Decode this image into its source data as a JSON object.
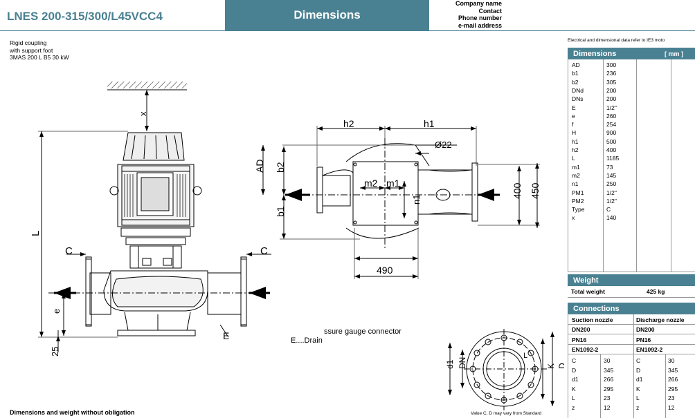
{
  "header": {
    "model": "LNES 200-315/300/L45VCC4",
    "section": "Dimensions",
    "company_lines": [
      "Company name",
      "Contact",
      "Phone number",
      "e-mail address"
    ]
  },
  "description": [
    "Rigid coupling",
    "with support foot",
    "3MAS 200 L B5 30 kW"
  ],
  "electrical_note": "Electrical and dimensional data refer to IE3 moto",
  "dimensions_panel": {
    "title": "Dimensions",
    "unit": "[ mm ]",
    "rows": [
      {
        "k": "AD",
        "v": "300"
      },
      {
        "k": "b1",
        "v": "236"
      },
      {
        "k": "b2",
        "v": "305"
      },
      {
        "k": "DNd",
        "v": "200"
      },
      {
        "k": "DNs",
        "v": "200"
      },
      {
        "k": "E",
        "v": "1/2\""
      },
      {
        "k": "e",
        "v": "260"
      },
      {
        "k": "f",
        "v": "254"
      },
      {
        "k": "H",
        "v": "900"
      },
      {
        "k": "h1",
        "v": "500"
      },
      {
        "k": "h2",
        "v": "400"
      },
      {
        "k": "L",
        "v": "1185"
      },
      {
        "k": "m1",
        "v": "73"
      },
      {
        "k": "m2",
        "v": "145"
      },
      {
        "k": "n1",
        "v": "250"
      },
      {
        "k": "PM1",
        "v": "1/2\""
      },
      {
        "k": "PM2",
        "v": "1/2\""
      },
      {
        "k": "Type",
        "v": "C"
      },
      {
        "k": "x",
        "v": "140"
      }
    ]
  },
  "weight_panel": {
    "title": "Weight",
    "label": "Total weight",
    "value": "425 kg"
  },
  "connections_panel": {
    "title": "Connections",
    "suction": {
      "title": "Suction nozzle",
      "dn": "DN200",
      "pn": "PN16",
      "std": "EN1092-2",
      "rows": [
        {
          "k": "C",
          "v": "30"
        },
        {
          "k": "D",
          "v": "345"
        },
        {
          "k": "d1",
          "v": "266"
        },
        {
          "k": "K",
          "v": "295"
        },
        {
          "k": "L",
          "v": "23"
        },
        {
          "k": "z",
          "v": "12"
        }
      ]
    },
    "discharge": {
      "title": "Discharge nozzle",
      "dn": "DN200",
      "pn": "PN16",
      "std": "EN1092-2",
      "rows": [
        {
          "k": "C",
          "v": "30"
        },
        {
          "k": "D",
          "v": "345"
        },
        {
          "k": "d1",
          "v": "266"
        },
        {
          "k": "K",
          "v": "295"
        },
        {
          "k": "L",
          "v": "23"
        },
        {
          "k": "z",
          "v": "12"
        }
      ]
    }
  },
  "drawing_labels": {
    "x": "x",
    "L": "L",
    "C": "C",
    "e": "e",
    "val25": "25",
    "E": "E",
    "h2": "h2",
    "h1": "h1",
    "AD": "AD",
    "b2": "b2",
    "b1": "b1",
    "m2": "m2",
    "m1": "m1",
    "n1": "n1",
    "phi22": "Ø22",
    "val400": "400",
    "val450": "450",
    "val490": "490",
    "legend_pm": "ssure gauge connector",
    "legend_e": "E....Drain",
    "flange_d1": "d1",
    "flange_DN": "DN",
    "flange_K": "K",
    "flange_D": "D",
    "flange_L": "L"
  },
  "footer": {
    "left": "Dimensions and weight without obligation",
    "note": "Value C, D may vary from Standard"
  }
}
